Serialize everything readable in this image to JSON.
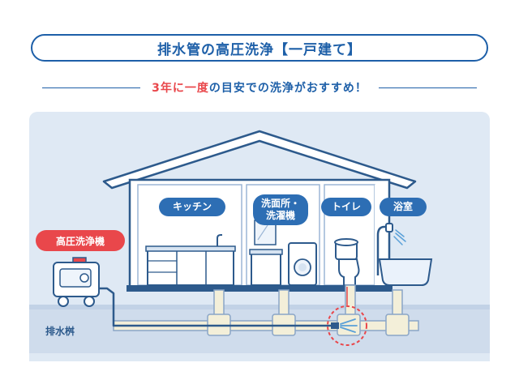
{
  "title": "排水管の高圧洗浄【一戸建て】",
  "subtitle": {
    "accent": "3年に一度",
    "main": "の目安での洗浄がおすすめ！"
  },
  "rooms": {
    "kitchen": "キッチン",
    "washroom_line1": "洗面所・",
    "washroom_line2": "洗濯機",
    "toilet": "トイレ",
    "bath": "浴室"
  },
  "machine_label": "高圧洗浄機",
  "basin_label": "排水桝",
  "colors": {
    "brand_blue": "#1d5fa8",
    "label_blue": "#2d6eb4",
    "accent_red": "#e9474b",
    "panel_bg": "#dfe9f4",
    "pipe": "#f3efd9"
  }
}
